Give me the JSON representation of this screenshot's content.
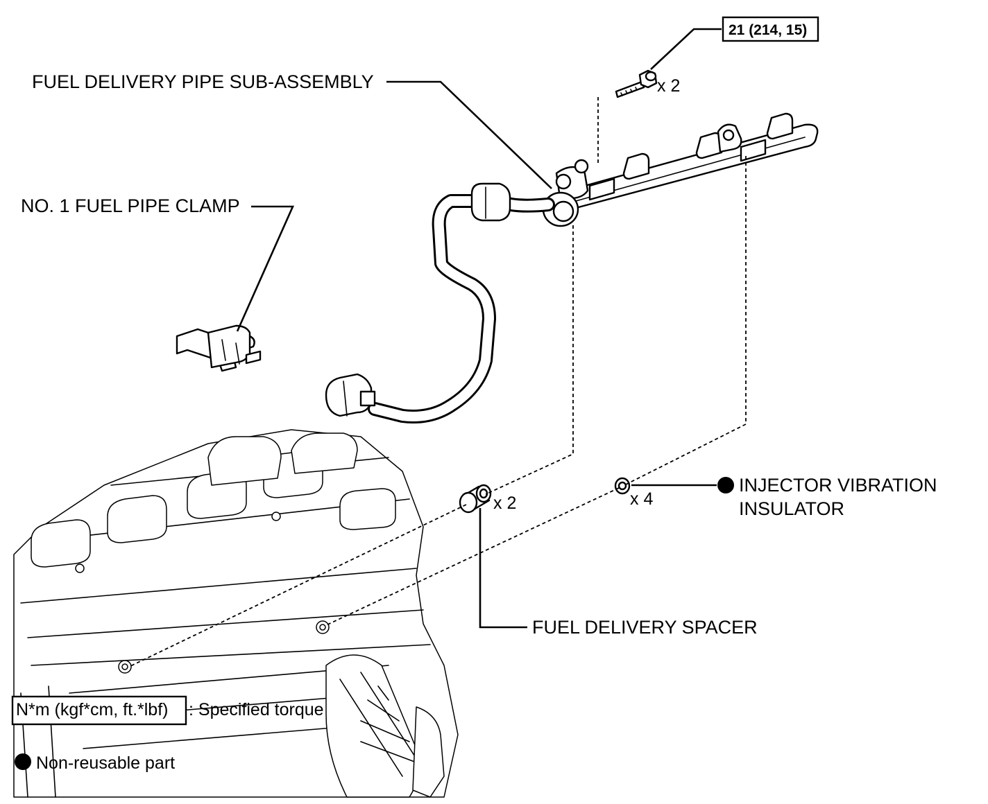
{
  "labels": {
    "fuel_delivery_pipe": "FUEL DELIVERY PIPE SUB-ASSEMBLY",
    "fuel_pipe_clamp": "NO. 1 FUEL PIPE CLAMP",
    "injector_insulator_line1": "INJECTOR VIBRATION",
    "injector_insulator_line2": "INSULATOR",
    "fuel_delivery_spacer": "FUEL DELIVERY SPACER"
  },
  "torque_spec": "21 (214, 15)",
  "quantities": {
    "bolt": "x 2",
    "spacer": "x 2",
    "insulator": "x 4"
  },
  "legend": {
    "torque_box": "N*m (kgf*cm, ft.*lbf)",
    "torque_text": ": Specified torque",
    "non_reusable_text": "Non-reusable part"
  }
}
